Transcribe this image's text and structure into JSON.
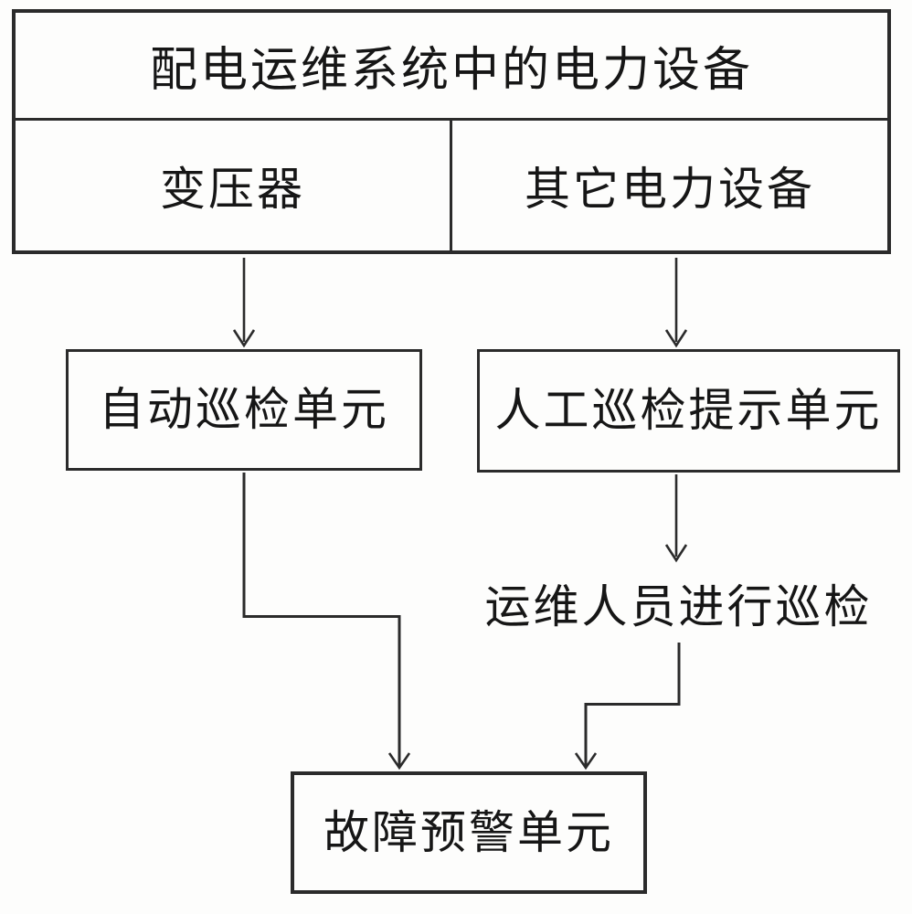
{
  "figure": {
    "colors": {
      "line": "#2b2b2b",
      "text": "#161616",
      "background": "#fdfdfc"
    },
    "nodes": {
      "header": "配电运维系统中的电力设备",
      "transformer": "变压器",
      "other_equipment": "其它电力设备",
      "auto_inspection_unit": "自动巡检单元",
      "manual_inspection_prompt_unit": "人工巡检提示单元",
      "personnel_inspection": "运维人员进行巡检",
      "fault_warning_unit": "故障预警单元"
    }
  }
}
